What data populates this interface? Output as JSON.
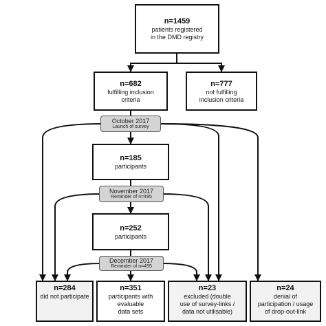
{
  "registered": {
    "n": "n=1459",
    "desc1": "patients registered",
    "desc2": "in the DMD registry"
  },
  "fulfilling": {
    "n": "n=682",
    "desc1": "fulfilling inclusion",
    "desc2": "criteria"
  },
  "not_fulfilling": {
    "n": "n=777",
    "desc1": "not fulfilling",
    "desc2": "inclusion criteria"
  },
  "survey_launch": {
    "title": "October  2017",
    "sub": "Launch of survey"
  },
  "participants_1": {
    "n": "n=185",
    "desc": "participants"
  },
  "reminder_1": {
    "title": "November  2017",
    "sub": "Reminder of n=495"
  },
  "participants_2": {
    "n": "n=252",
    "desc": "participants"
  },
  "reminder_2": {
    "title": "December  2017",
    "sub": "Reminder of n=495"
  },
  "did_not_participate": {
    "n": "n=284",
    "desc1": "did not participate"
  },
  "evaluable": {
    "n": "n=351",
    "desc1": "participants with",
    "desc2": "evaluable",
    "desc3": "data sets"
  },
  "excluded": {
    "n": "n=23",
    "desc1": "excluded (double",
    "desc2": "use of survey-links /",
    "desc3": "data not utilisable)"
  },
  "denial": {
    "n": "n=24",
    "desc1": "denial of",
    "desc2": "participation / usage",
    "desc3": "of drop-out-link"
  }
}
